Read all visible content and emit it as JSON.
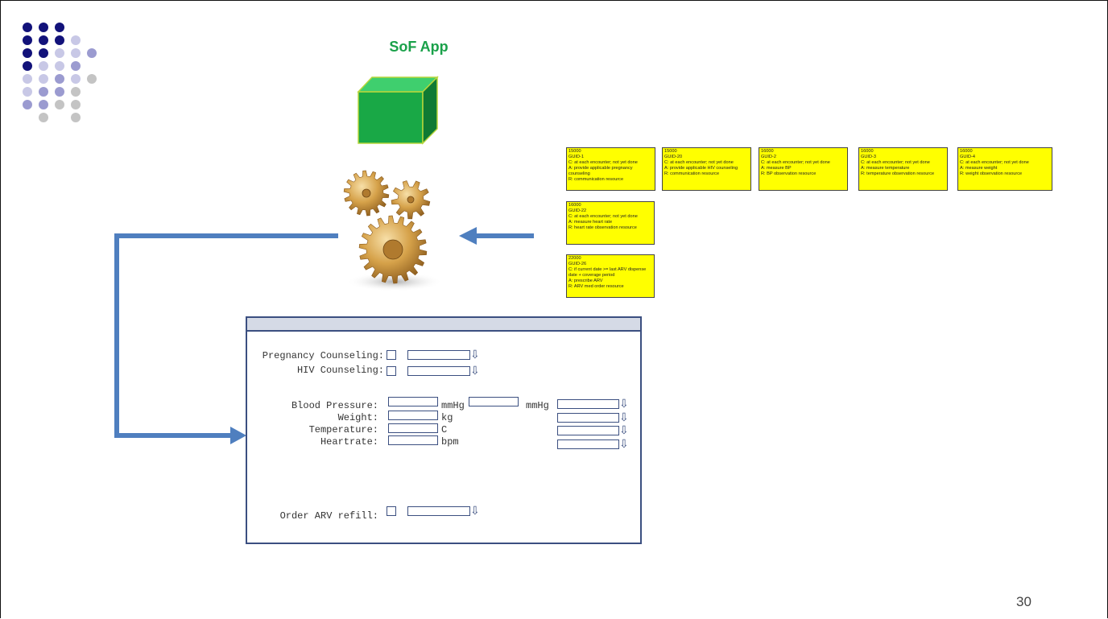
{
  "slide": {
    "page_number": "30"
  },
  "sof_app": {
    "label": "SoF App",
    "label_color": "#1aa14a",
    "cube_color": "#22b14c"
  },
  "decoration_dots": [
    "#12127a",
    "#9b9bd0",
    "#c8c8e6",
    "#c4c4c4"
  ],
  "notes": {
    "fill_color": "#ffff00",
    "items": [
      {
        "lines": [
          "15000",
          "GUID-1",
          "C: at each encounter; not yet done",
          "A: provide applicable pregnancy counseling",
          "R: communication resource"
        ]
      },
      {
        "lines": [
          "15000",
          "GUID-20",
          "C: at each encounter; not yet done",
          "A: provide applicable HIV counseling",
          "R: communication resource"
        ]
      },
      {
        "lines": [
          "16000",
          "GUID-2",
          "C: at each encounter; not yet done",
          "A: measure BP",
          "R: BP observation resource"
        ]
      },
      {
        "lines": [
          "16000",
          "GUID-3",
          "C: at each encounter; not yet done",
          "A: measure temperature",
          "R: temperature observation resource"
        ]
      },
      {
        "lines": [
          "16000",
          "GUID-4",
          "C: at each encounter; not yet done",
          "A: measure weight",
          "R: weight observation resource"
        ]
      },
      {
        "lines": [
          "16000",
          "GUID-22",
          "C: at each encounter; not yet done",
          "A: measure heart rate",
          "R: heart rate observation resource"
        ]
      },
      {
        "lines": [
          "22000",
          "GUID-26",
          "C: if current date >= last ARV dispense date + coverage period",
          "A: prescribe ARV",
          "R: ARV med order resource"
        ]
      }
    ]
  },
  "form": {
    "pregnancy_label": "Pregnancy Counseling:",
    "hiv_label": "HIV Counseling:",
    "bp_label": "Blood Pressure:",
    "bp_unit_1": "mmHg",
    "bp_unit_2": "mmHg",
    "weight_label": "Weight:",
    "weight_unit": "kg",
    "temperature_label": "Temperature:",
    "temperature_unit": "C",
    "heartrate_label": "Heartrate:",
    "heartrate_unit": "bpm",
    "arv_label": "Order ARV refill:",
    "dropdown_arrow": "⇩"
  },
  "colors": {
    "arrow": "#4f7fbf",
    "form_border": "#3b4f80",
    "gear": "#c8922f"
  }
}
